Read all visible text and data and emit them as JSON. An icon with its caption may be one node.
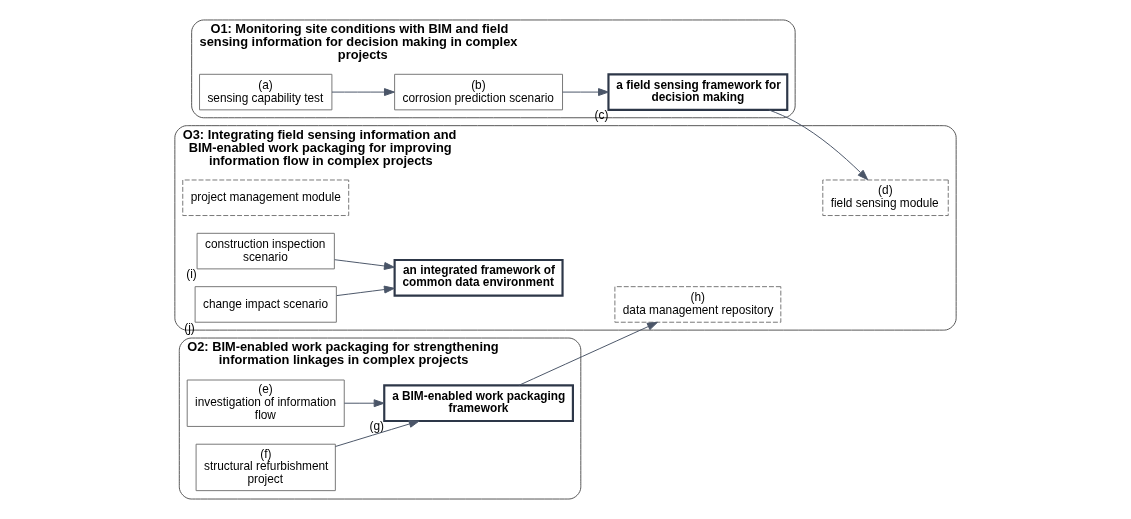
{
  "diagram": {
    "nodes": [
      {
        "text": [
          "O1: Monitoring site conditions with BIM and field sensing information for decision making in complex projects"
        ]
      },
      {
        "text": [
          "(a)",
          "sensing capability test"
        ],
        "in": 0
      },
      {
        "text": [
          "(b)",
          "corrosion prediction scenario"
        ],
        "in": 0
      },
      {
        "text": [
          "a field sensing framework for decision making"
        ],
        "beside": [
          "(c)"
        ],
        "in": 0
      },
      {
        "text": [
          "O2: BIM-enabled work packaging for strengthening information linkages in complex projects"
        ]
      },
      {
        "text": [
          "(e)",
          "investigation of information flow"
        ],
        "in": 4
      },
      {
        "text": [
          "(f)",
          "structural refurbishment project"
        ],
        "in": 4
      },
      {
        "text": [
          "a BIM-enabled work packaging framework"
        ],
        "beside": [
          "(g)"
        ],
        "in": 4
      },
      {
        "text": [
          "O3: Integrating field sensing information and BIM-enabled work packaging for improving information flow in complex projects"
        ]
      },
      {
        "text": [
          "an integrated framework of common data environment"
        ],
        "in": 8
      },
      {
        "text": [
          "(d)",
          "field sensing module"
        ],
        "in": 8
      },
      {
        "text": [
          "(h)",
          "data management repository"
        ],
        "in": 8
      },
      {
        "text": [
          "project management module"
        ],
        "in": 8
      },
      {
        "text": [
          "construction inspection scenario"
        ],
        "beside": [
          "(i)"
        ],
        "in": 8
      },
      {
        "text": [
          "change impact scenario"
        ],
        "beside": [
          "(j)"
        ],
        "in": 8
      }
    ],
    "edges": [
      {
        "from": 1,
        "to": 2,
        "arrow": "to"
      },
      {
        "from": 2,
        "to": 3,
        "arrow": "to"
      },
      {
        "from": 3,
        "to": 10,
        "arrow": "to"
      },
      {
        "from": 5,
        "to": 7,
        "arrow": "to"
      },
      {
        "from": 6,
        "to": 7,
        "arrow": "to"
      },
      {
        "from": 7,
        "to": 11,
        "arrow": "to"
      },
      {
        "from": 13,
        "to": 9,
        "arrow": "to"
      },
      {
        "from": 14,
        "to": 9,
        "arrow": "to"
      }
    ]
  }
}
